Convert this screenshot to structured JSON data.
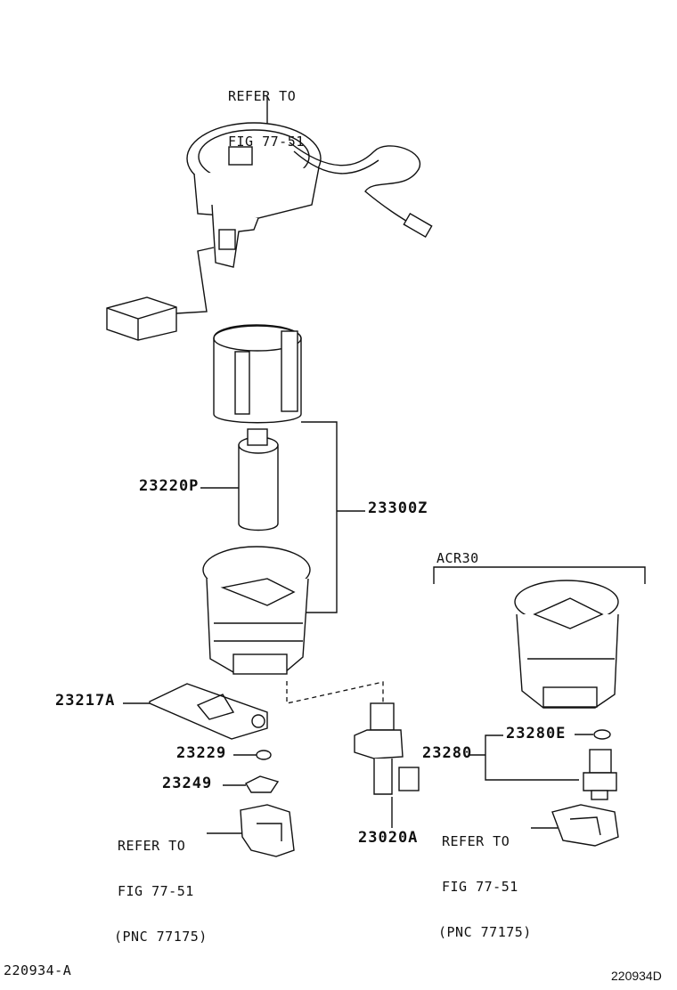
{
  "top_refer": {
    "line1": "REFER TO",
    "line2": "FIG 77-51"
  },
  "parts": {
    "p23220P": "23220P",
    "p23300Z": "23300Z",
    "p23217A": "23217A",
    "p23229": "23229",
    "p23249": "23249",
    "p23020A": "23020A",
    "p23280": "23280",
    "p23280E": "23280E"
  },
  "variant_label": "ACR30",
  "left_refer": {
    "line1": "REFER TO",
    "line2": "FIG 77-51",
    "line3": "(PNC 77175)"
  },
  "right_refer": {
    "line1": "REFER TO",
    "line2": "FIG 77-51",
    "line3": "(PNC 77175)"
  },
  "footer": {
    "left_code": "220934-A",
    "right_code": "220934D"
  }
}
